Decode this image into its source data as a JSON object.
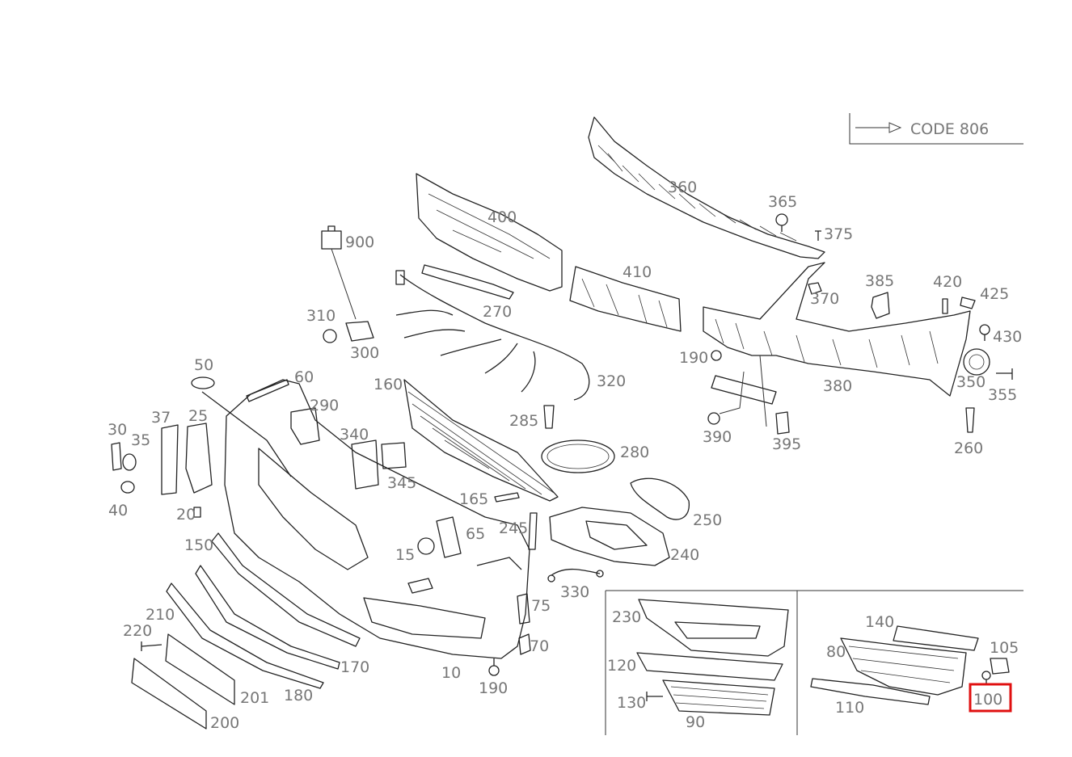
{
  "legend": {
    "code_label": "CODE 806"
  },
  "callouts": {
    "c10": "10",
    "c15": "15",
    "c20": "20",
    "c25": "25",
    "c30": "30",
    "c35": "35",
    "c37": "37",
    "c40": "40",
    "c50": "50",
    "c60": "60",
    "c65": "65",
    "c70": "70",
    "c75": "75",
    "c80": "80",
    "c90": "90",
    "c100": "100",
    "c105": "105",
    "c110": "110",
    "c120": "120",
    "c130": "130",
    "c140": "140",
    "c150": "150",
    "c160": "160",
    "c165": "165",
    "c170": "170",
    "c180": "180",
    "c190a": "190",
    "c190b": "190",
    "c200": "200",
    "c201": "201",
    "c210": "210",
    "c220": "220",
    "c230": "230",
    "c240": "240",
    "c245": "245",
    "c250": "250",
    "c260": "260",
    "c270": "270",
    "c280": "280",
    "c285": "285",
    "c290": "290",
    "c300": "300",
    "c310": "310",
    "c320": "320",
    "c330": "330",
    "c340": "340",
    "c345": "345",
    "c350": "350",
    "c355": "355",
    "c360": "360",
    "c365": "365",
    "c370": "370",
    "c375": "375",
    "c380": "380",
    "c385": "385",
    "c390": "390",
    "c395": "395",
    "c400": "400",
    "c410": "410",
    "c420": "420",
    "c425": "425",
    "c430": "430",
    "c900": "900"
  },
  "highlight": {
    "part": "100",
    "color": "#e01010"
  }
}
